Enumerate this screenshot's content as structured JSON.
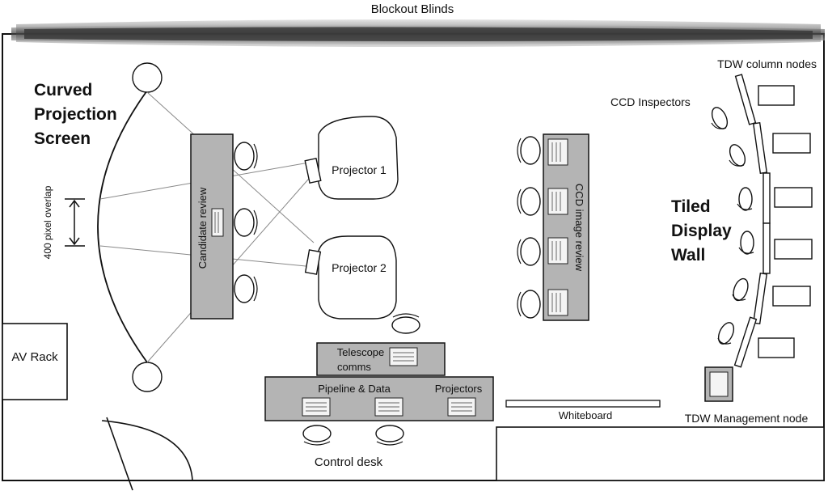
{
  "title_blinds": "Blockout Blinds",
  "screen": {
    "line1": "Curved",
    "line2": "Projection",
    "line3": "Screen",
    "overlap_label": "400 pixel overlap"
  },
  "desks": {
    "candidate_review": "Candidate review",
    "ccd_image_review": "CCD image review",
    "telescope_line1": "Telescope",
    "telescope_line2": "comms",
    "pipeline": "Pipeline & Data",
    "projectors": "Projectors",
    "control_desk": "Control desk"
  },
  "projectors": {
    "p1": "Projector 1",
    "p2": "Projector 2"
  },
  "tdw": {
    "column_nodes": "TDW column nodes",
    "inspectors": "CCD Inspectors",
    "line1": "Tiled",
    "line2": "Display",
    "line3": "Wall",
    "management": "TDW Management node"
  },
  "av_rack": "AV Rack",
  "whiteboard": "Whiteboard",
  "colors": {
    "desk_fill": "#b4b4b4",
    "outline": "#111111",
    "blinds": "#555555"
  }
}
